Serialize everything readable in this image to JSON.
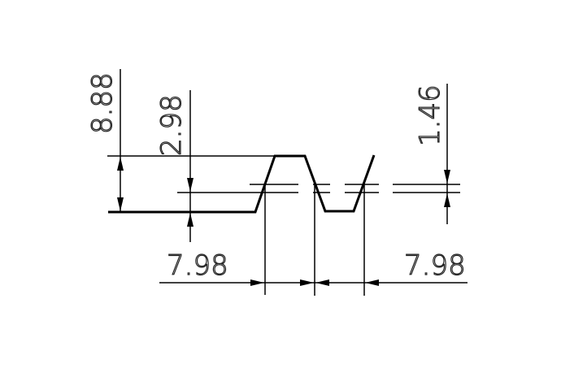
{
  "title": "Trapezoidal groove profile dimensions",
  "dimensions": {
    "total_height": "8.88",
    "groove_height": "2.98",
    "pitch_band": "1.46",
    "left_width": "7.98",
    "right_width": "7.98"
  }
}
